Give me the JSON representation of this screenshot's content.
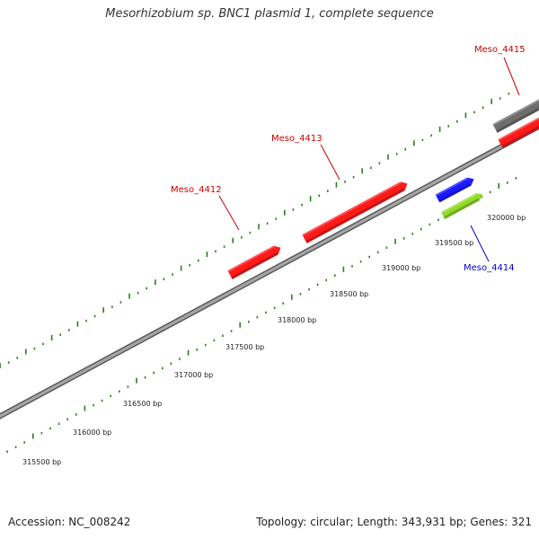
{
  "header": {
    "title": "Mesorhizobium sp. BNC1 plasmid 1, complete sequence"
  },
  "footer": {
    "accession": "Accession: NC_008242",
    "summary": "Topology: circular; Length: 343,931 bp; Genes: 321"
  },
  "colors": {
    "backbone": "#8c8c8c",
    "tick": "#2e7d1f",
    "gene_red": "#ff1a1a",
    "gene_blue": "#1a1aff",
    "gene_green": "#8fdc2a",
    "gene_gray": "#6e6e6e",
    "label_red": "#cc0000",
    "label_blue": "#0000cc"
  },
  "ticks": [
    {
      "label": "315500 bp"
    },
    {
      "label": "316000 bp"
    },
    {
      "label": "316500 bp"
    },
    {
      "label": "317000 bp"
    },
    {
      "label": "317500 bp"
    },
    {
      "label": "318000 bp"
    },
    {
      "label": "318500 bp"
    },
    {
      "label": "319000 bp"
    },
    {
      "label": "319500 bp"
    },
    {
      "label": "320000 bp"
    }
  ],
  "genes": [
    {
      "name": "Meso_4412",
      "color": "gene_red",
      "label_color": "label_red"
    },
    {
      "name": "Meso_4413",
      "color": "gene_red",
      "label_color": "label_red"
    },
    {
      "name": "Meso_4414",
      "color": "gene_blue",
      "label_color": "label_blue"
    },
    {
      "name": "Meso_4415",
      "color": "gene_red",
      "label_color": "label_red"
    }
  ]
}
